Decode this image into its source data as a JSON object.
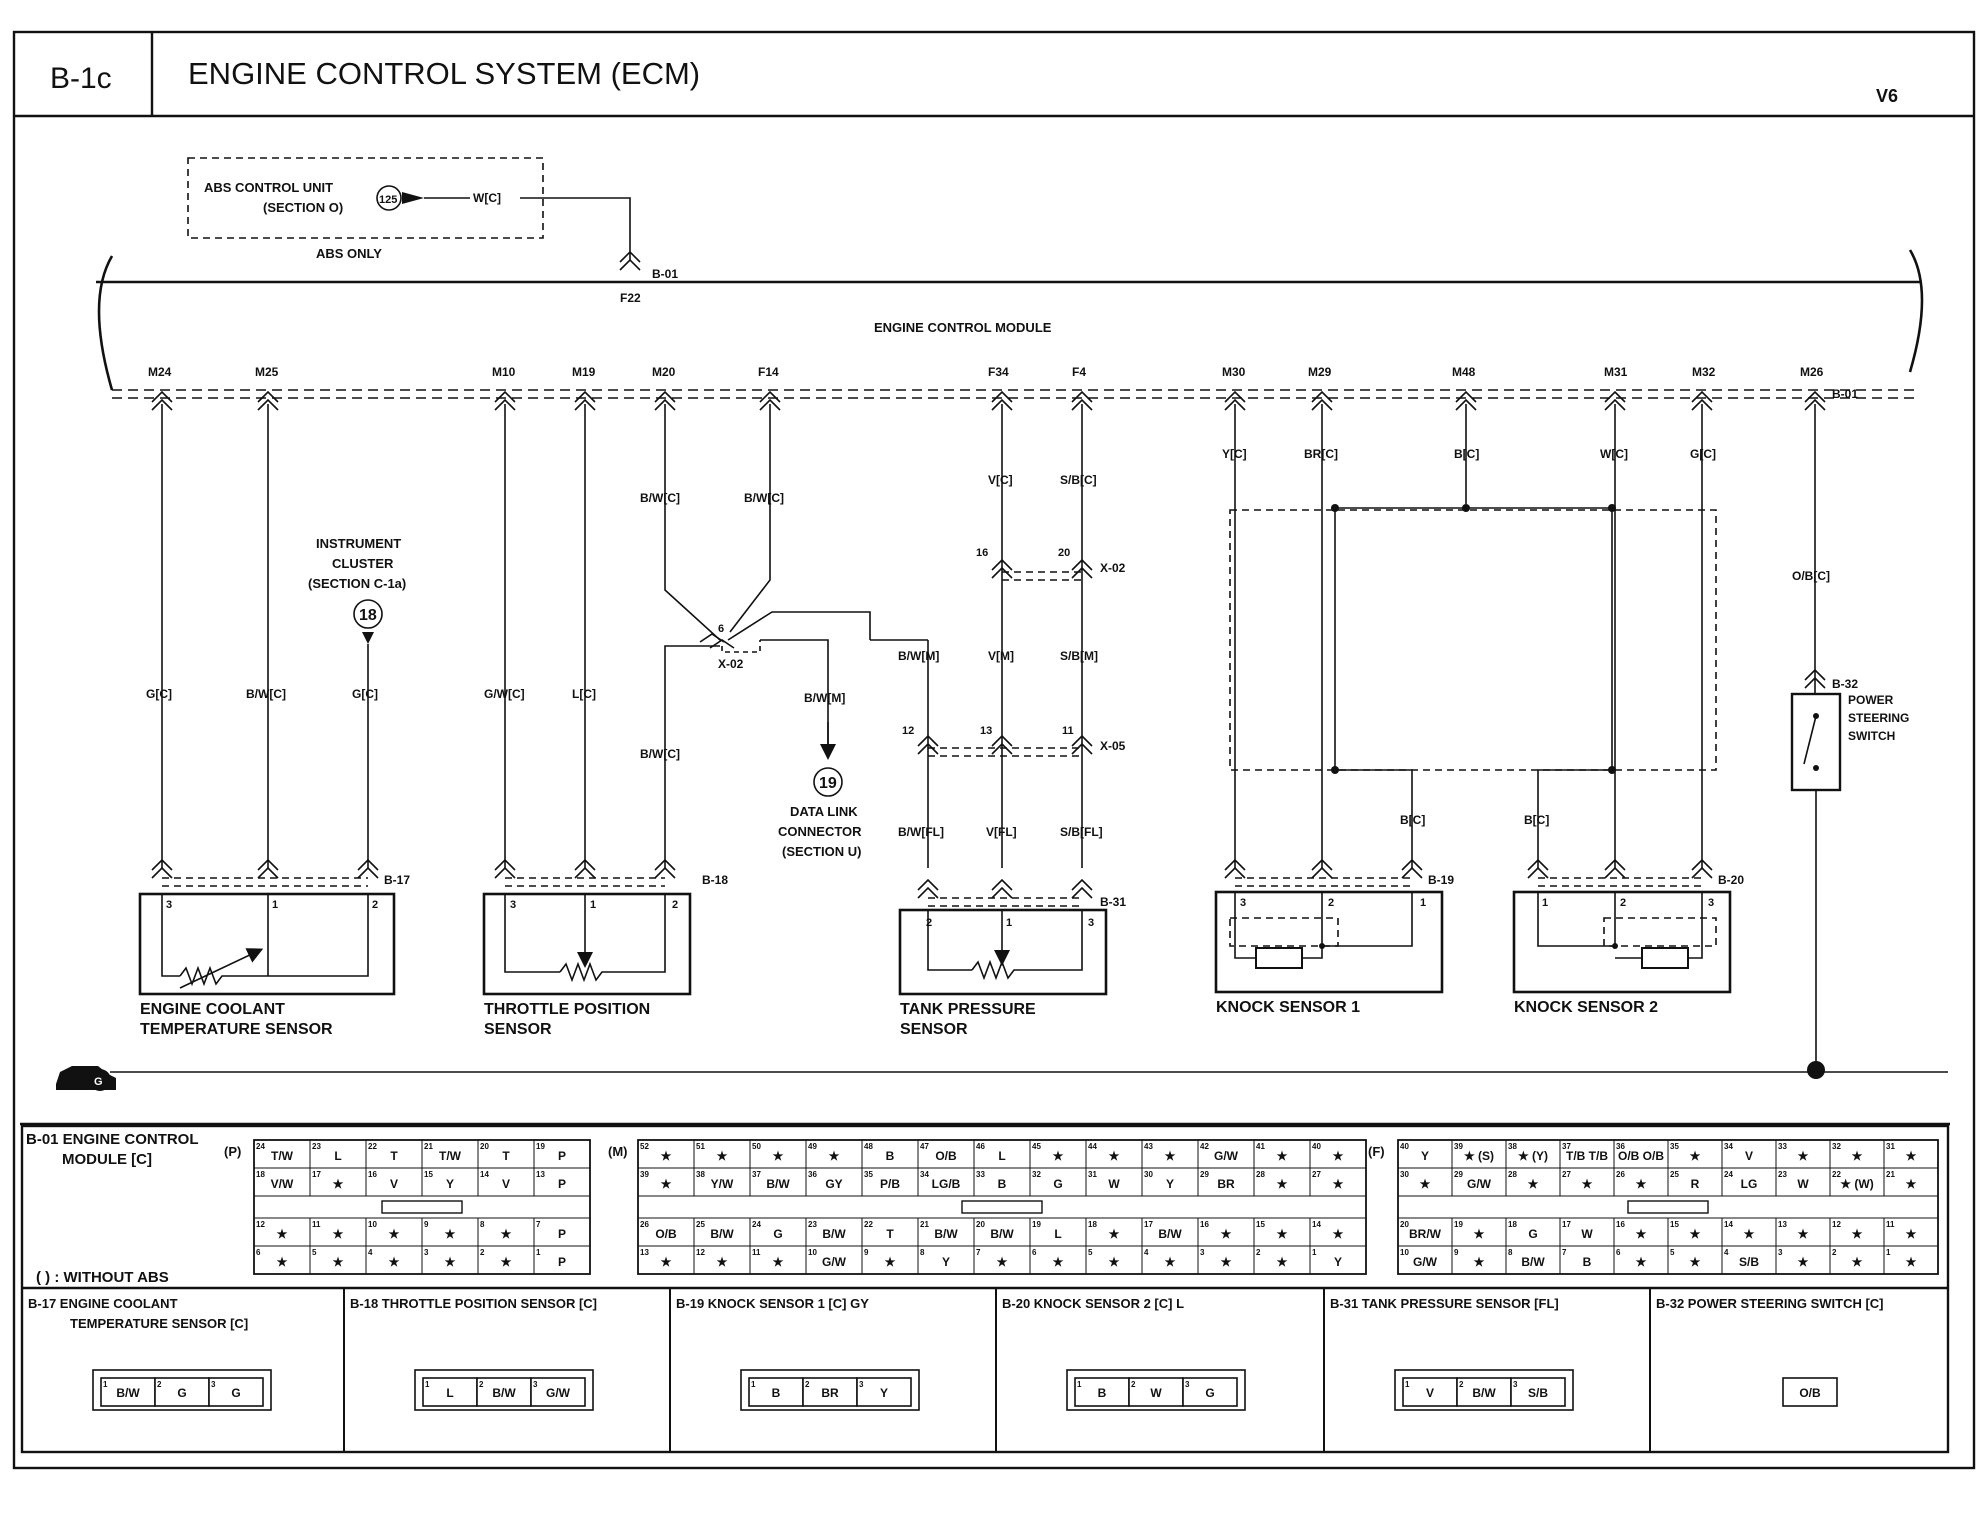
{
  "header": {
    "code": "B-1c",
    "title": "ENGINE CONTROL SYSTEM (ECM)",
    "variant": "V6"
  },
  "abs": {
    "unit": "ABS CONTROL UNIT",
    "section": "(SECTION O)",
    "ref": "125",
    "wire": "W[C]",
    "note": "ABS ONLY"
  },
  "ecm": {
    "label": "ENGINE CONTROL MODULE",
    "conn_top": "B-01",
    "pin_top": "F22",
    "conn_right": "B-01",
    "pins": [
      "M24",
      "M25",
      "M10",
      "M19",
      "M20",
      "F14",
      "F34",
      "F4",
      "M30",
      "M29",
      "M48",
      "M31",
      "M32",
      "M26"
    ]
  },
  "wires": {
    "m24": "G[C]",
    "m25": "B/W[C]",
    "ic": "G[C]",
    "m10": "G/W[C]",
    "m19": "L[C]",
    "m20": "B/W[C]",
    "f14": "B/W[C]",
    "m20b": "B/W[C]",
    "dlc": "B/W[M]",
    "f34a": "V[C]",
    "f4a": "S/B[C]",
    "f34b": "V[M]",
    "f4b": "S/B[M]",
    "bwm": "B/W[M]",
    "f34c": "V[FL]",
    "f4c": "S/B[FL]",
    "bwfl": "B/W[FL]",
    "m30": "Y[C]",
    "m29": "BR[C]",
    "m48": "B[C]",
    "m31": "W[C]",
    "m32": "G[C]",
    "b19": "B[C]",
    "b20": "B[C]",
    "m26": "O/B[C]"
  },
  "junctions": {
    "x02": "X-02",
    "x02b": "X-02",
    "x05": "X-05",
    "p6": "6",
    "p16": "16",
    "p20": "20",
    "p12": "12",
    "p13": "13",
    "p11": "11"
  },
  "refs": {
    "ic_title": "INSTRUMENT",
    "ic_title2": "CLUSTER",
    "ic_section": "(SECTION C-1a)",
    "ic_num": "18",
    "dlc_num": "19",
    "dlc_title": "DATA LINK",
    "dlc_title2": "CONNECTOR",
    "dlc_section": "(SECTION U)"
  },
  "components": {
    "b17": {
      "conn": "B-17",
      "name1": "ENGINE COOLANT",
      "name2": "TEMPERATURE SENSOR",
      "p1": "3",
      "p2": "1",
      "p3": "2"
    },
    "b18": {
      "conn": "B-18",
      "name1": "THROTTLE POSITION",
      "name2": "SENSOR",
      "p1": "3",
      "p2": "1",
      "p3": "2"
    },
    "b31": {
      "conn": "B-31",
      "name1": "TANK PRESSURE",
      "name2": "SENSOR",
      "p1": "2",
      "p2": "1",
      "p3": "3"
    },
    "b19": {
      "conn": "B-19",
      "name1": "KNOCK SENSOR 1",
      "p1": "3",
      "p2": "2",
      "p3": "1"
    },
    "b20": {
      "conn": "B-20",
      "name1": "KNOCK SENSOR 2",
      "p1": "1",
      "p2": "2",
      "p3": "3"
    },
    "b32": {
      "conn": "B-32",
      "name1": "POWER",
      "name2": "STEERING",
      "name3": "SWITCH"
    }
  },
  "connector_table": {
    "title1": "B-01 ENGINE CONTROL",
    "title2": "MODULE [C]",
    "note": "( ) : WITHOUT ABS",
    "P": {
      "label": "(P)",
      "rows": [
        [
          [
            "24",
            "T/W"
          ],
          [
            "23",
            "L"
          ],
          [
            "22",
            "T"
          ],
          [
            "21",
            "T/W"
          ],
          [
            "20",
            "T"
          ],
          [
            "19",
            "P"
          ]
        ],
        [
          [
            "18",
            "V/W"
          ],
          [
            "17",
            "★"
          ],
          [
            "16",
            "V"
          ],
          [
            "15",
            "Y"
          ],
          [
            "14",
            "V"
          ],
          [
            "13",
            "P"
          ]
        ],
        [
          [
            "12",
            "★"
          ],
          [
            "11",
            "★"
          ],
          [
            "10",
            "★"
          ],
          [
            "9",
            "★"
          ],
          [
            "8",
            "★"
          ],
          [
            "7",
            "P"
          ]
        ],
        [
          [
            "6",
            "★"
          ],
          [
            "5",
            "★"
          ],
          [
            "4",
            "★"
          ],
          [
            "3",
            "★"
          ],
          [
            "2",
            "★"
          ],
          [
            "1",
            "P"
          ]
        ]
      ]
    },
    "M": {
      "label": "(M)",
      "rows": [
        [
          [
            "52",
            "★"
          ],
          [
            "51",
            "★"
          ],
          [
            "50",
            "★"
          ],
          [
            "49",
            "★"
          ],
          [
            "48",
            "B"
          ],
          [
            "47",
            "O/B"
          ],
          [
            "46",
            "L"
          ],
          [
            "45",
            "★"
          ],
          [
            "44",
            "★"
          ],
          [
            "43",
            "★"
          ],
          [
            "42",
            "G/W"
          ],
          [
            "41",
            "★"
          ],
          [
            "40",
            "★"
          ]
        ],
        [
          [
            "39",
            "★"
          ],
          [
            "38",
            "Y/W"
          ],
          [
            "37",
            "B/W"
          ],
          [
            "36",
            "GY"
          ],
          [
            "35",
            "P/B"
          ],
          [
            "34",
            "LG/B"
          ],
          [
            "33",
            "B"
          ],
          [
            "32",
            "G"
          ],
          [
            "31",
            "W"
          ],
          [
            "30",
            "Y"
          ],
          [
            "29",
            "BR"
          ],
          [
            "28",
            "★"
          ],
          [
            "27",
            "★"
          ]
        ],
        [
          [
            "26",
            "O/B"
          ],
          [
            "25",
            "B/W"
          ],
          [
            "24",
            "G"
          ],
          [
            "23",
            "B/W"
          ],
          [
            "22",
            "T"
          ],
          [
            "21",
            "B/W"
          ],
          [
            "20",
            "B/W"
          ],
          [
            "19",
            "L"
          ],
          [
            "18",
            "★"
          ],
          [
            "17",
            "B/W"
          ],
          [
            "16",
            "★"
          ],
          [
            "15",
            "★"
          ],
          [
            "14",
            "★"
          ]
        ],
        [
          [
            "13",
            "★"
          ],
          [
            "12",
            "★"
          ],
          [
            "11",
            "★"
          ],
          [
            "10",
            "G/W"
          ],
          [
            "9",
            "★"
          ],
          [
            "8",
            "Y"
          ],
          [
            "7",
            "★"
          ],
          [
            "6",
            "★"
          ],
          [
            "5",
            "★"
          ],
          [
            "4",
            "★"
          ],
          [
            "3",
            "★"
          ],
          [
            "2",
            "★"
          ],
          [
            "1",
            "Y"
          ]
        ]
      ]
    },
    "F": {
      "label": "(F)",
      "rows": [
        [
          [
            "40",
            "Y"
          ],
          [
            "39",
            "★ (S)"
          ],
          [
            "38",
            "★ (Y)"
          ],
          [
            "37",
            "T/B T/B"
          ],
          [
            "36",
            "O/B O/B"
          ],
          [
            "35",
            "★"
          ],
          [
            "34",
            "V"
          ],
          [
            "33",
            "★"
          ],
          [
            "32",
            "★"
          ],
          [
            "31",
            "★"
          ]
        ],
        [
          [
            "30",
            "★"
          ],
          [
            "29",
            "G/W"
          ],
          [
            "28",
            "★"
          ],
          [
            "27",
            "★"
          ],
          [
            "26",
            "★"
          ],
          [
            "25",
            "R"
          ],
          [
            "24",
            "LG"
          ],
          [
            "23",
            "W"
          ],
          [
            "22",
            "★ (W)"
          ],
          [
            "21",
            "★"
          ]
        ],
        [
          [
            "20",
            "BR/W"
          ],
          [
            "19",
            "★"
          ],
          [
            "18",
            "G"
          ],
          [
            "17",
            "W"
          ],
          [
            "16",
            "★"
          ],
          [
            "15",
            "★"
          ],
          [
            "14",
            "★"
          ],
          [
            "13",
            "★"
          ],
          [
            "12",
            "★"
          ],
          [
            "11",
            "★"
          ]
        ],
        [
          [
            "10",
            "G/W"
          ],
          [
            "9",
            "★"
          ],
          [
            "8",
            "B/W"
          ],
          [
            "7",
            "B"
          ],
          [
            "6",
            "★"
          ],
          [
            "5",
            "★"
          ],
          [
            "4",
            "S/B"
          ],
          [
            "3",
            "★"
          ],
          [
            "2",
            "★"
          ],
          [
            "1",
            "★"
          ]
        ]
      ]
    }
  },
  "bottom_connectors": [
    {
      "title1": "B-17 ENGINE COOLANT",
      "title2": "TEMPERATURE SENSOR [C]",
      "pins": [
        [
          "1",
          "B/W"
        ],
        [
          "2",
          "G"
        ],
        [
          "3",
          "G"
        ]
      ]
    },
    {
      "title1": "B-18 THROTTLE POSITION SENSOR [C]",
      "title2": "",
      "pins": [
        [
          "1",
          "L"
        ],
        [
          "2",
          "B/W"
        ],
        [
          "3",
          "G/W"
        ]
      ]
    },
    {
      "title1": "B-19 KNOCK SENSOR 1 [C] GY",
      "title2": "",
      "pins": [
        [
          "1",
          "B"
        ],
        [
          "2",
          "BR"
        ],
        [
          "3",
          "Y"
        ]
      ]
    },
    {
      "title1": "B-20 KNOCK SENSOR 2 [C] L",
      "title2": "",
      "pins": [
        [
          "1",
          "B"
        ],
        [
          "2",
          "W"
        ],
        [
          "3",
          "G"
        ]
      ]
    },
    {
      "title1": "B-31 TANK PRESSURE SENSOR [FL]",
      "title2": "",
      "pins": [
        [
          "1",
          "V"
        ],
        [
          "2",
          "B/W"
        ],
        [
          "3",
          "S/B"
        ]
      ]
    },
    {
      "title1": "B-32 POWER STEERING SWITCH  [C]",
      "title2": "",
      "pins": [
        [
          "",
          "O/B"
        ]
      ]
    }
  ]
}
